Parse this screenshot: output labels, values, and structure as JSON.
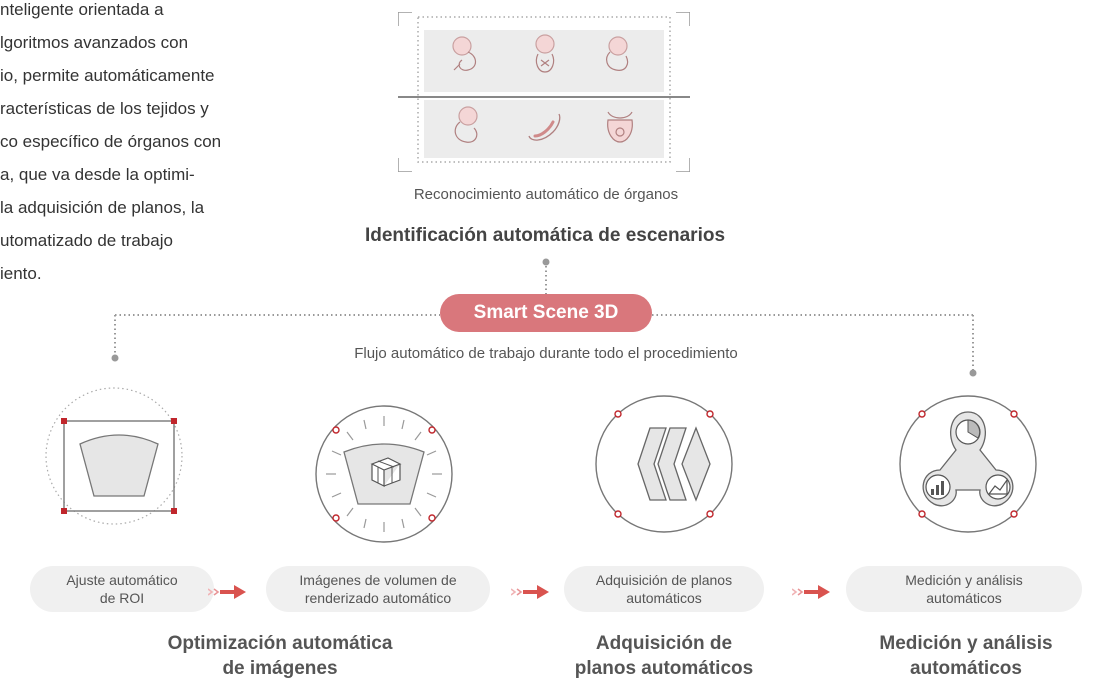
{
  "intro": {
    "lines": [
      "nteligente orientada a",
      "lgoritmos avanzados con",
      "io, permite automáticamente",
      "racterísticas de los tejidos y",
      "co específico de órganos con",
      "a, que va desde la optimi-",
      "la adquisición de planos, la",
      "utomatizado de trabajo",
      "iento."
    ]
  },
  "recognition": {
    "caption": "Reconocimiento automático de órganos",
    "title": "Identificación automática de escenarios",
    "organ_icons": [
      "fetus-icon",
      "fetus-heart-icon",
      "fetus-profile-icon",
      "fetus-icon",
      "kidney-icon",
      "thyroid-icon"
    ]
  },
  "hub": {
    "label": "Smart Scene 3D",
    "caption": "Flujo automático de trabajo durante todo el procedimiento"
  },
  "steps": [
    {
      "line1": "Ajuste automático",
      "line2": "de ROI",
      "icon": "roi-icon"
    },
    {
      "line1": "Imágenes de volumen de",
      "line2": "renderizado automático",
      "icon": "volume-render-icon"
    },
    {
      "line1": "Adquisición de planos",
      "line2": "automáticos",
      "icon": "plane-acquisition-icon"
    },
    {
      "line1": "Medición y análisis",
      "line2": "automáticos",
      "icon": "measurement-icon"
    }
  ],
  "groups": [
    {
      "line1": "Optimización automática",
      "line2": "de imágenes"
    },
    {
      "line1": "Adquisición de",
      "line2": "planos automáticos"
    },
    {
      "line1": "Medición y análisis",
      "line2": "automáticos"
    }
  ],
  "colors": {
    "accent": "#d9777c",
    "line": "#999999",
    "pill": "#f0f0f0",
    "marker": "#c0262c"
  }
}
